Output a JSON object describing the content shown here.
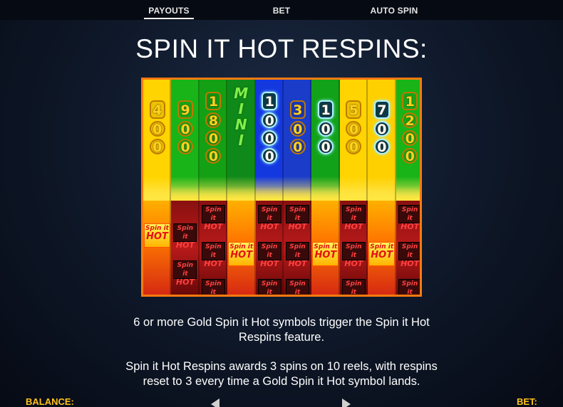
{
  "nav": {
    "tabs": [
      {
        "label": "PAYOUTS",
        "active": true
      },
      {
        "label": "BET",
        "active": false
      },
      {
        "label": "AUTO SPIN",
        "active": false
      }
    ]
  },
  "title": "SPIN IT HOT RESPINS:",
  "reels": [
    {
      "color": "#ffd400",
      "digits": [
        "4",
        "0",
        "0"
      ],
      "style": "gold",
      "symbols": [
        {
          "pos": 1,
          "gold": true
        }
      ]
    },
    {
      "color": "#18b418",
      "digits": [
        "9",
        "0",
        "0"
      ],
      "style": "gold",
      "symbols": [
        {
          "pos": 1,
          "gold": false
        },
        {
          "pos": 3,
          "gold": false
        }
      ]
    },
    {
      "color": "#14a014",
      "digits": [
        "1",
        "8",
        "0",
        "0"
      ],
      "style": "gold",
      "symbols": [
        {
          "pos": 0,
          "gold": false
        },
        {
          "pos": 2,
          "gold": false
        },
        {
          "pos": 4,
          "gold": false
        }
      ]
    },
    {
      "color": "#0f8a1a",
      "digits": [],
      "style": "mini",
      "symbols": [
        {
          "pos": 2,
          "gold": true
        }
      ]
    },
    {
      "color": "#1438e0",
      "digits": [
        "1",
        "0",
        "0",
        "0"
      ],
      "style": "cyan",
      "symbols": [
        {
          "pos": 0,
          "gold": false
        },
        {
          "pos": 2,
          "gold": false
        },
        {
          "pos": 4,
          "gold": false
        }
      ]
    },
    {
      "color": "#1a3cc8",
      "digits": [
        "3",
        "0",
        "0"
      ],
      "style": "gold",
      "symbols": [
        {
          "pos": 0,
          "gold": false
        },
        {
          "pos": 2,
          "gold": false
        },
        {
          "pos": 4,
          "gold": false
        }
      ]
    },
    {
      "color": "#12a21a",
      "digits": [
        "1",
        "0",
        "0"
      ],
      "style": "cyan",
      "symbols": [
        {
          "pos": 2,
          "gold": true
        }
      ]
    },
    {
      "color": "#ffd400",
      "digits": [
        "5",
        "0",
        "0"
      ],
      "style": "gold",
      "symbols": [
        {
          "pos": 0,
          "gold": false
        },
        {
          "pos": 2,
          "gold": false
        },
        {
          "pos": 4,
          "gold": false
        }
      ]
    },
    {
      "color": "#ffd000",
      "digits": [
        "7",
        "0",
        "0"
      ],
      "style": "cyan",
      "symbols": [
        {
          "pos": 2,
          "gold": true
        }
      ]
    },
    {
      "color": "#18b418",
      "digits": [
        "1",
        "2",
        "0",
        "0"
      ],
      "style": "gold",
      "symbols": [
        {
          "pos": 0,
          "gold": false
        },
        {
          "pos": 2,
          "gold": false
        },
        {
          "pos": 4,
          "gold": false
        }
      ]
    }
  ],
  "mini_label": "MINI",
  "symbol_text": {
    "line1": "Spin it",
    "line2": "HOT"
  },
  "description": {
    "para1": "6 or more Gold Spin it Hot symbols trigger the Spin it Hot Respins feature.",
    "para2": "Spin it Hot Respins awards 3 spins on 10 reels, with respins reset to 3 every time a Gold Spin it Hot symbol lands."
  },
  "footer": {
    "balance_label": "BALANCE:",
    "bet_label": "BET:"
  },
  "icons": {
    "prev": "arrow-left-icon",
    "next": "arrow-right-icon"
  }
}
